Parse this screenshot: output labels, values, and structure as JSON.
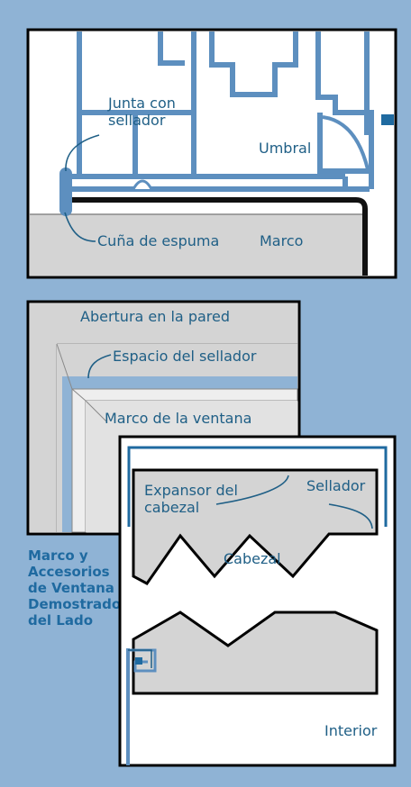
{
  "top": {
    "junta_line1": "Junta con",
    "junta_line2": "sellador",
    "umbral": "Umbral",
    "cuna": "Cuña de espuma",
    "marco": "Marco"
  },
  "left": {
    "abertura": "Abertura en la pared",
    "espacio": "Espacio del sellador",
    "marco_ventana": "Marco de la ventana"
  },
  "right": {
    "expansor_line1": "Expansor del",
    "expansor_line2": "cabezal",
    "sellador": "Sellador",
    "cabezal": "Cabezal",
    "interior": "Interior"
  },
  "caption": [
    "Marco y",
    "Accesorios",
    "de Ventana",
    "Demostrado",
    "del Lado"
  ],
  "colors": {
    "background": "#8fb3d5",
    "label_text": "#1f5f86",
    "caption_text": "#1f6aa0",
    "profile_blue": "#5d8fbf",
    "gray_fill": "#d4d4d4"
  }
}
